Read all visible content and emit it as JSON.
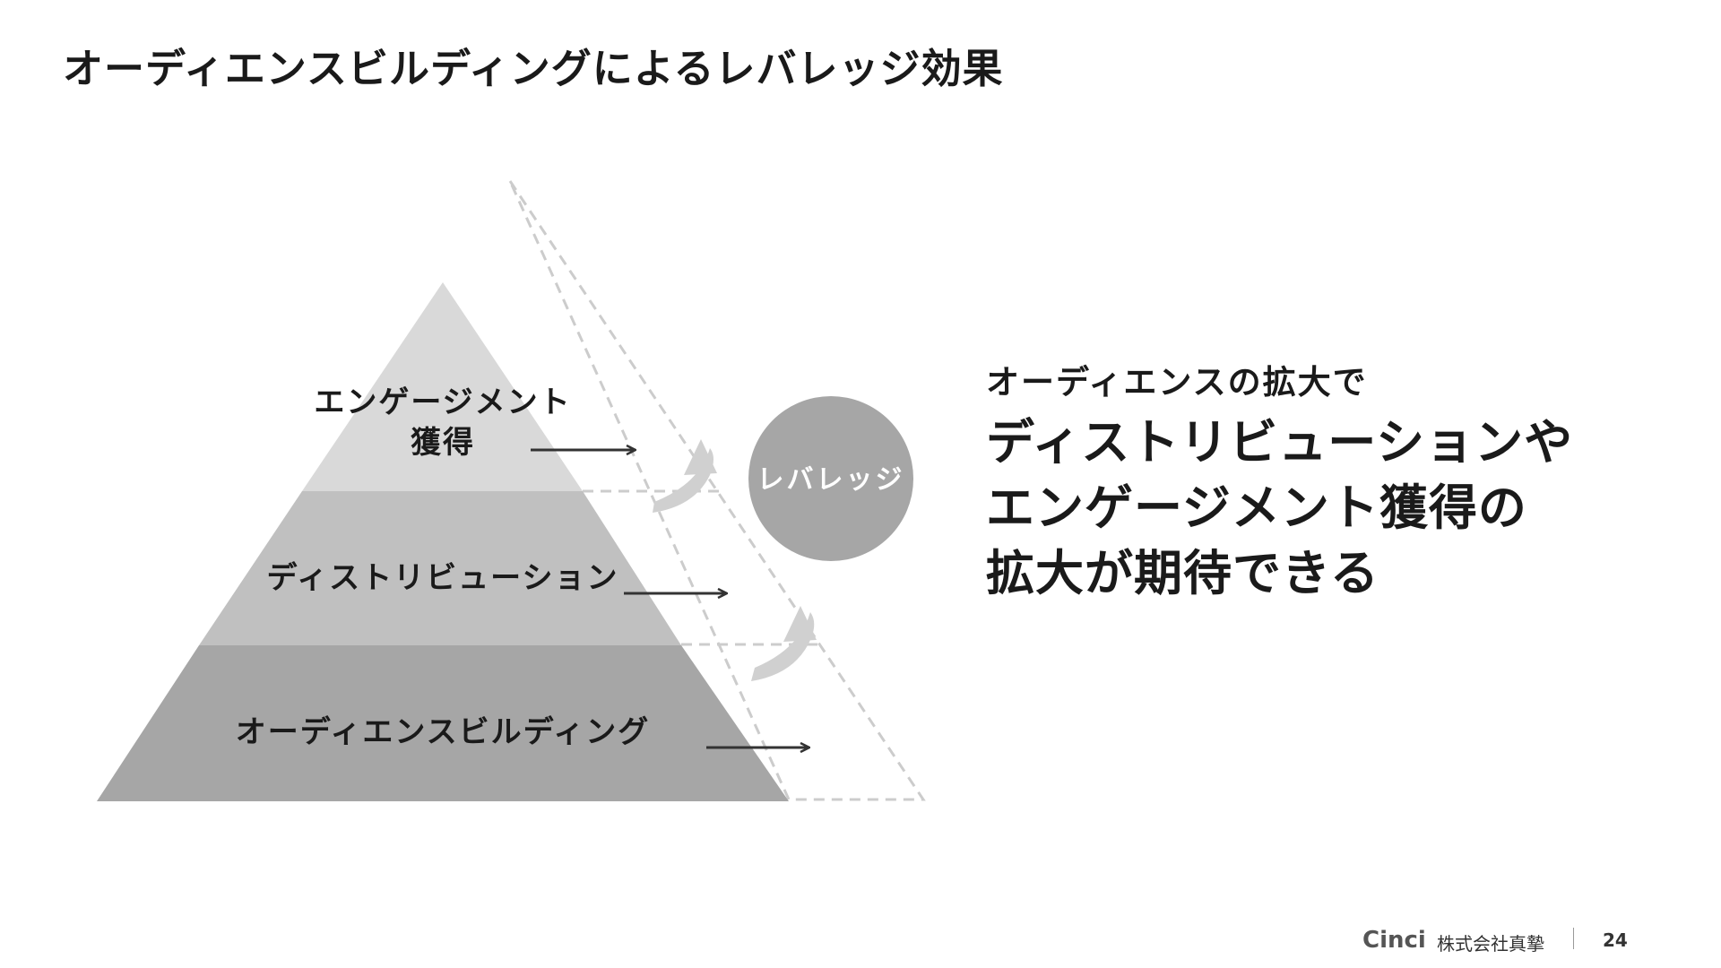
{
  "title": "オーディエンスビルディングによるレバレッジ効果",
  "pyramid": {
    "levels": [
      {
        "label_lines": [
          "エンゲージメント",
          "獲得"
        ]
      },
      {
        "label_lines": [
          "ディストリビューション"
        ]
      },
      {
        "label_lines": [
          "オーディエンスビルディング"
        ]
      }
    ],
    "colors": {
      "top": "#d9d9d9",
      "middle": "#c0c0c0",
      "bottom": "#a6a6a6",
      "dashed_outline": "#cccccc",
      "arrow": "#333333",
      "curved_arrow": "#d0d0d0"
    }
  },
  "leverage": {
    "label": "レバレッジ",
    "color": "#a6a6a6"
  },
  "message": {
    "subhead": "オーディエンスの拡大で",
    "headline_lines": [
      "ディストリビューションや",
      "エンゲージメント獲得の",
      "拡大が期待できる"
    ]
  },
  "footer": {
    "logo": "Cinci",
    "company": "株式会社真摯",
    "page": "24"
  }
}
